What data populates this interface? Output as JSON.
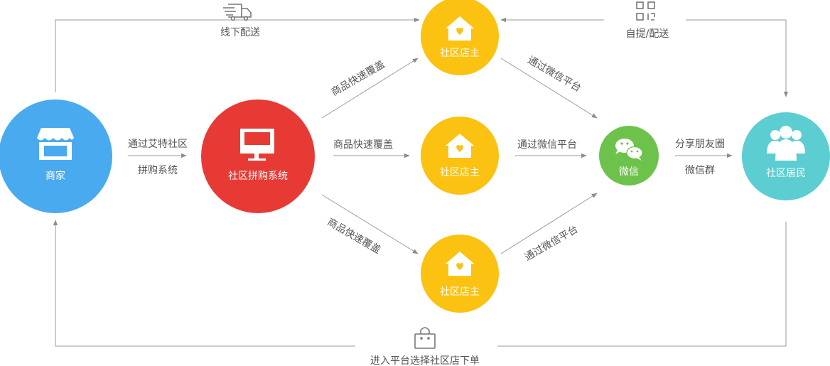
{
  "nodes": {
    "merchant": {
      "label": "商家",
      "color": "#4aaaf0"
    },
    "system": {
      "label": "社区拼购系统",
      "color": "#e83a35"
    },
    "owner_top": {
      "label": "社区店主",
      "color": "#fcc212"
    },
    "owner_mid": {
      "label": "社区店主",
      "color": "#fcc212"
    },
    "owner_bot": {
      "label": "社区店主",
      "color": "#fcc212"
    },
    "wechat": {
      "label": "微信",
      "color": "#6dc24b"
    },
    "residents": {
      "label": "社区居民",
      "color": "#5ccdd0"
    }
  },
  "edges": {
    "offline_delivery": "线下配送",
    "self_pickup": "自提/配送",
    "merchant_to_system_1": "通过艾特社区",
    "merchant_to_system_2": "拼购系统",
    "cover_top": "商品快速覆盖",
    "cover_mid": "商品快速覆盖",
    "cover_bot": "商品快速覆盖",
    "wechat_top": "通过微信平台",
    "wechat_mid": "通过微信平台",
    "wechat_bot": "通过微信平台",
    "share_1": "分享朋友圈",
    "share_2": "微信群",
    "bottom_return": "进入平台选择社区店下单"
  },
  "icons": {
    "merchant": "storefront-icon",
    "system": "monitor-icon",
    "owner": "house-heart-icon",
    "wechat": "wechat-icon",
    "residents": "people-icon",
    "delivery": "truck-icon",
    "pickup": "qr-code-icon",
    "order": "shopping-bag-icon"
  }
}
